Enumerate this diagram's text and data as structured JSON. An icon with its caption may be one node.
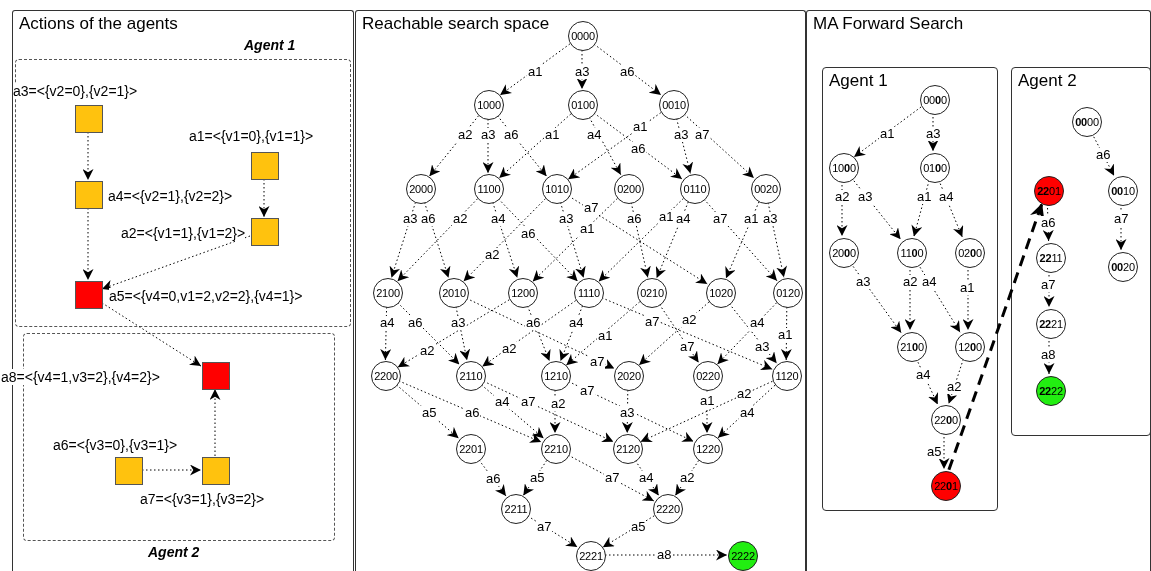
{
  "diagram": {
    "nodes": [
      {
        "text": [
          "Actions of the agents"
        ]
      },
      {
        "text": [
          "Agent 1"
        ],
        "in": 0
      },
      {
        "text": [],
        "shape": "box",
        "in": 1,
        "beside": [
          "a3=<{v2=0},{v2=1}>"
        ]
      },
      {
        "text": [],
        "shape": "box",
        "in": 1,
        "beside": [
          "a1=<{v1=0},{v1=1}>"
        ]
      },
      {
        "text": [],
        "shape": "box",
        "in": 1,
        "beside": [
          "a4=<{v2=1},{v2=2}>"
        ]
      },
      {
        "text": [],
        "shape": "box",
        "in": 1,
        "beside": [
          "a2=<{v1=1},{v1=2}>"
        ]
      },
      {
        "text": [],
        "shape": "box",
        "in": 1,
        "beside": [
          "a5=<{v4=0,v1=2,v2=2},{v4=1}>"
        ]
      },
      {
        "text": [
          "Agent 2"
        ],
        "in": 0
      },
      {
        "text": [],
        "shape": "box",
        "in": 7,
        "beside": [
          "a8=<{v4=1,v3=2},{v4=2}>"
        ]
      },
      {
        "text": [],
        "shape": "box",
        "in": 7,
        "beside": [
          "a6=<{v3=0},{v3=1}>"
        ]
      },
      {
        "text": [],
        "shape": "box",
        "in": 7,
        "beside": [
          "a7=<{v3=1},{v3=2}>"
        ]
      },
      {
        "text": [
          "Reachable search space"
        ]
      },
      {
        "text": [
          "0000"
        ],
        "in": 11
      },
      {
        "text": [
          "1000"
        ],
        "in": 11
      },
      {
        "text": [
          "0100"
        ],
        "in": 11
      },
      {
        "text": [
          "0010"
        ],
        "in": 11
      },
      {
        "text": [
          "2000"
        ],
        "in": 11
      },
      {
        "text": [
          "1100"
        ],
        "in": 11
      },
      {
        "text": [
          "1010"
        ],
        "in": 11
      },
      {
        "text": [
          "0200"
        ],
        "in": 11
      },
      {
        "text": [
          "0110"
        ],
        "in": 11
      },
      {
        "text": [
          "0020"
        ],
        "in": 11
      },
      {
        "text": [
          "2100"
        ],
        "in": 11
      },
      {
        "text": [
          "2010"
        ],
        "in": 11
      },
      {
        "text": [
          "1200"
        ],
        "in": 11
      },
      {
        "text": [
          "1110"
        ],
        "in": 11
      },
      {
        "text": [
          "0210"
        ],
        "in": 11
      },
      {
        "text": [
          "1020"
        ],
        "in": 11
      },
      {
        "text": [
          "0120"
        ],
        "in": 11
      },
      {
        "text": [
          "2200"
        ],
        "in": 11
      },
      {
        "text": [
          "2110"
        ],
        "in": 11
      },
      {
        "text": [
          "1210"
        ],
        "in": 11
      },
      {
        "text": [
          "2020"
        ],
        "in": 11
      },
      {
        "text": [
          "0220"
        ],
        "in": 11
      },
      {
        "text": [
          "1120"
        ],
        "in": 11
      },
      {
        "text": [
          "2201"
        ],
        "in": 11
      },
      {
        "text": [
          "2210"
        ],
        "in": 11
      },
      {
        "text": [
          "2120"
        ],
        "in": 11
      },
      {
        "text": [
          "1220"
        ],
        "in": 11
      },
      {
        "text": [
          "2211"
        ],
        "in": 11
      },
      {
        "text": [
          "2220"
        ],
        "in": 11
      },
      {
        "text": [
          "2221"
        ],
        "in": 11
      },
      {
        "text": [
          "2222"
        ],
        "in": 11
      },
      {
        "text": [
          "MA Forward Search"
        ]
      },
      {
        "text": [
          "Agent 1"
        ],
        "in": 43
      },
      {
        "text": [
          "00**0**0"
        ],
        "in": 44
      },
      {
        "text": [
          "10**0**0"
        ],
        "in": 44
      },
      {
        "text": [
          "01**0**0"
        ],
        "in": 44
      },
      {
        "text": [
          "20**0**0"
        ],
        "in": 44
      },
      {
        "text": [
          "11**0**0"
        ],
        "in": 44
      },
      {
        "text": [
          "02**0**0"
        ],
        "in": 44
      },
      {
        "text": [
          "21**0**0"
        ],
        "in": 44
      },
      {
        "text": [
          "12**0**0"
        ],
        "in": 44
      },
      {
        "text": [
          "22**0**0"
        ],
        "in": 44
      },
      {
        "text": [
          "22**0**1"
        ],
        "in": 44
      },
      {
        "text": [
          "Agent 2"
        ],
        "in": 43
      },
      {
        "text": [
          "**00**00"
        ],
        "in": 55
      },
      {
        "text": [
          "**22**01"
        ],
        "in": 55
      },
      {
        "text": [
          "**00**10"
        ],
        "in": 55
      },
      {
        "text": [
          "**22**11"
        ],
        "in": 55
      },
      {
        "text": [
          "**00**20"
        ],
        "in": 55
      },
      {
        "text": [
          "**22**21"
        ],
        "in": 55
      },
      {
        "text": [
          "**22**22"
        ],
        "in": 55
      }
    ],
    "edges": [
      {
        "from": 2,
        "to": 4,
        "arrow": "to"
      },
      {
        "from": 3,
        "to": 5,
        "arrow": "to"
      },
      {
        "from": 4,
        "to": 6,
        "arrow": "to"
      },
      {
        "from": 5,
        "to": 6,
        "arrow": "to"
      },
      {
        "from": 6,
        "to": 8,
        "arrow": "to"
      },
      {
        "from": 9,
        "to": 10,
        "arrow": "to"
      },
      {
        "from": 10,
        "to": 8,
        "arrow": "to"
      },
      {
        "from": 12,
        "to": 13,
        "arrow": "to",
        "label": "a1"
      },
      {
        "from": 12,
        "to": 14,
        "arrow": "to",
        "label": "a3"
      },
      {
        "from": 12,
        "to": 15,
        "arrow": "to",
        "label": "a6"
      },
      {
        "from": 13,
        "to": 16,
        "arrow": "to",
        "label": "a2"
      },
      {
        "from": 13,
        "to": 17,
        "arrow": "to",
        "label": "a3"
      },
      {
        "from": 13,
        "to": 18,
        "arrow": "to",
        "label": "a6"
      },
      {
        "from": 14,
        "to": 17,
        "arrow": "to",
        "label": "a1"
      },
      {
        "from": 14,
        "to": 19,
        "arrow": "to",
        "label": "a4"
      },
      {
        "from": 14,
        "to": 20,
        "arrow": "to",
        "label": "a6"
      },
      {
        "from": 15,
        "to": 18,
        "arrow": "to",
        "label": "a1"
      },
      {
        "from": 15,
        "to": 20,
        "arrow": "to",
        "label": "a3"
      },
      {
        "from": 15,
        "to": 21,
        "arrow": "to",
        "label": "a7"
      },
      {
        "from": 16,
        "to": 22,
        "arrow": "to",
        "label": "a3"
      },
      {
        "from": 16,
        "to": 23,
        "arrow": "to",
        "label": "a6"
      },
      {
        "from": 17,
        "to": 22,
        "arrow": "to",
        "label": "a2"
      },
      {
        "from": 17,
        "to": 24,
        "arrow": "to",
        "label": "a4"
      },
      {
        "from": 17,
        "to": 25,
        "arrow": "to",
        "label": "a6"
      },
      {
        "from": 18,
        "to": 23,
        "arrow": "to",
        "label": "a2"
      },
      {
        "from": 18,
        "to": 25,
        "arrow": "to",
        "label": "a3"
      },
      {
        "from": 18,
        "to": 27,
        "arrow": "to",
        "label": "a7"
      },
      {
        "from": 19,
        "to": 24,
        "arrow": "to",
        "label": "a1"
      },
      {
        "from": 19,
        "to": 26,
        "arrow": "to",
        "label": "a6"
      },
      {
        "from": 20,
        "to": 25,
        "arrow": "to",
        "label": "a1"
      },
      {
        "from": 20,
        "to": 26,
        "arrow": "to",
        "label": "a4"
      },
      {
        "from": 20,
        "to": 28,
        "arrow": "to",
        "label": "a7"
      },
      {
        "from": 21,
        "to": 27,
        "arrow": "to",
        "label": "a1"
      },
      {
        "from": 21,
        "to": 28,
        "arrow": "to",
        "label": "a3"
      },
      {
        "from": 22,
        "to": 29,
        "arrow": "to",
        "label": "a4"
      },
      {
        "from": 22,
        "to": 30,
        "arrow": "to",
        "label": "a6"
      },
      {
        "from": 23,
        "to": 30,
        "arrow": "to",
        "label": "a3"
      },
      {
        "from": 23,
        "to": 32,
        "arrow": "to",
        "label": "a7"
      },
      {
        "from": 24,
        "to": 29,
        "arrow": "to",
        "label": "a2"
      },
      {
        "from": 24,
        "to": 31,
        "arrow": "to",
        "label": "a6"
      },
      {
        "from": 25,
        "to": 30,
        "arrow": "to",
        "label": "a2"
      },
      {
        "from": 25,
        "to": 31,
        "arrow": "to",
        "label": "a4"
      },
      {
        "from": 25,
        "to": 34,
        "arrow": "to",
        "label": "a7"
      },
      {
        "from": 26,
        "to": 31,
        "arrow": "to",
        "label": "a1"
      },
      {
        "from": 26,
        "to": 33,
        "arrow": "to",
        "label": "a7"
      },
      {
        "from": 27,
        "to": 32,
        "arrow": "to",
        "label": "a2"
      },
      {
        "from": 27,
        "to": 34,
        "arrow": "to",
        "label": "a3"
      },
      {
        "from": 28,
        "to": 34,
        "arrow": "to",
        "label": "a1"
      },
      {
        "from": 28,
        "to": 33,
        "arrow": "to",
        "label": "a4"
      },
      {
        "from": 29,
        "to": 35,
        "arrow": "to",
        "label": "a5"
      },
      {
        "from": 29,
        "to": 36,
        "arrow": "to",
        "label": "a6"
      },
      {
        "from": 30,
        "to": 36,
        "arrow": "to",
        "label": "a4"
      },
      {
        "from": 30,
        "to": 37,
        "arrow": "to",
        "label": "a7"
      },
      {
        "from": 31,
        "to": 36,
        "arrow": "to",
        "label": "a2"
      },
      {
        "from": 31,
        "to": 38,
        "arrow": "to",
        "label": "a7"
      },
      {
        "from": 32,
        "to": 37,
        "arrow": "to",
        "label": "a3"
      },
      {
        "from": 33,
        "to": 38,
        "arrow": "to",
        "label": "a1"
      },
      {
        "from": 34,
        "to": 37,
        "arrow": "to",
        "label": "a2"
      },
      {
        "from": 34,
        "to": 38,
        "arrow": "to",
        "label": "a4"
      },
      {
        "from": 35,
        "to": 39,
        "arrow": "to",
        "label": "a6"
      },
      {
        "from": 36,
        "to": 39,
        "arrow": "to",
        "label": "a5"
      },
      {
        "from": 36,
        "to": 40,
        "arrow": "to",
        "label": "a7"
      },
      {
        "from": 37,
        "to": 40,
        "arrow": "to",
        "label": "a4"
      },
      {
        "from": 38,
        "to": 40,
        "arrow": "to",
        "label": "a2"
      },
      {
        "from": 39,
        "to": 41,
        "arrow": "to",
        "label": "a7"
      },
      {
        "from": 40,
        "to": 41,
        "arrow": "to",
        "label": "a5"
      },
      {
        "from": 41,
        "to": 42,
        "arrow": "to",
        "label": "a8"
      },
      {
        "from": 45,
        "to": 46,
        "arrow": "to",
        "label": "a1"
      },
      {
        "from": 45,
        "to": 47,
        "arrow": "to",
        "label": "a3"
      },
      {
        "from": 46,
        "to": 48,
        "arrow": "to",
        "label": "a2"
      },
      {
        "from": 46,
        "to": 49,
        "arrow": "to",
        "label": "a3"
      },
      {
        "from": 47,
        "to": 49,
        "arrow": "to",
        "label": "a1"
      },
      {
        "from": 47,
        "to": 50,
        "arrow": "to",
        "label": "a4"
      },
      {
        "from": 48,
        "to": 51,
        "arrow": "to",
        "label": "a3"
      },
      {
        "from": 49,
        "to": 51,
        "arrow": "to",
        "label": "a2"
      },
      {
        "from": 49,
        "to": 52,
        "arrow": "to",
        "label": "a4"
      },
      {
        "from": 50,
        "to": 52,
        "arrow": "to",
        "label": "a1"
      },
      {
        "from": 51,
        "to": 53,
        "arrow": "to",
        "label": "a4"
      },
      {
        "from": 52,
        "to": 53,
        "arrow": "to",
        "label": "a2"
      },
      {
        "from": 53,
        "to": 54,
        "arrow": "to",
        "label": "a5"
      },
      {
        "from": 56,
        "to": 58,
        "arrow": "to",
        "label": "a6"
      },
      {
        "from": 58,
        "to": 60,
        "arrow": "to",
        "label": "a7"
      },
      {
        "from": 57,
        "to": 59,
        "arrow": "to",
        "label": "a6"
      },
      {
        "from": 59,
        "to": 61,
        "arrow": "to",
        "label": "a7"
      },
      {
        "from": 61,
        "to": 62,
        "arrow": "to",
        "label": "a8"
      },
      {
        "from": 54,
        "to": 57,
        "arrow": "to",
        "style": "dashed"
      }
    ]
  }
}
